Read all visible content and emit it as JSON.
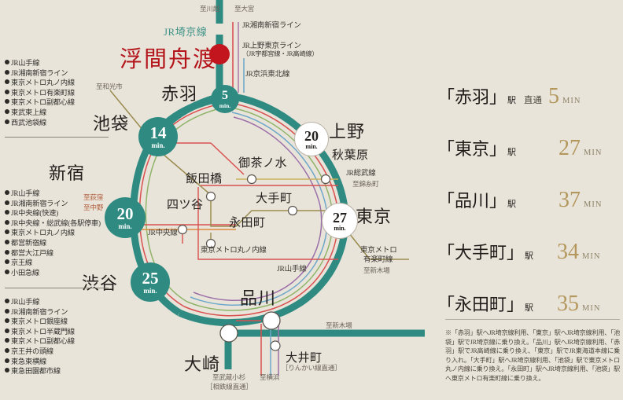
{
  "headline": {
    "station": "浮間舟渡",
    "line": "JR埼京線"
  },
  "map": {
    "top_destinations": [
      {
        "name": "至川越"
      },
      {
        "name": "至大宮"
      }
    ],
    "top_lines": [
      {
        "name": "JR湘南新宿ライン"
      },
      {
        "name": "JR上野東京ライン"
      },
      {
        "name": "（JR宇都宮線・JR高崎線）"
      },
      {
        "name": "JR京浜東北線"
      }
    ],
    "stations": [
      {
        "name": "赤羽"
      },
      {
        "name": "池袋"
      },
      {
        "name": "新宿"
      },
      {
        "name": "渋谷"
      },
      {
        "name": "大崎"
      },
      {
        "name": "品川"
      },
      {
        "name": "東京"
      },
      {
        "name": "上野"
      },
      {
        "name": "秋葉原"
      },
      {
        "name": "御茶ノ水"
      },
      {
        "name": "飯田橋"
      },
      {
        "name": "四ツ谷"
      },
      {
        "name": "大手町"
      },
      {
        "name": "永田町"
      },
      {
        "name": "大井町"
      }
    ],
    "sub_labels": [
      {
        "name": "［りんかい線直通］"
      },
      {
        "name": "［相鉄線直通］"
      }
    ],
    "line_labels": [
      {
        "name": "JR中央線"
      },
      {
        "name": "東京メトロ丸ノ内線"
      },
      {
        "name": "JR山手線"
      },
      {
        "name": "JR総武線"
      },
      {
        "name": "東京メトロ"
      },
      {
        "name": "有楽町線"
      }
    ],
    "to_labels": [
      {
        "name": "至和光市"
      },
      {
        "name": "至荻窪"
      },
      {
        "name": "至中野"
      },
      {
        "name": "至錦糸町"
      },
      {
        "name": "至新木場"
      },
      {
        "name": "至新木場"
      },
      {
        "name": "至武蔵小杉"
      },
      {
        "name": "至横浜"
      },
      {
        "name": "至新木場"
      }
    ],
    "badges": [
      {
        "min": "5",
        "unit": "min.",
        "style": "teal"
      },
      {
        "min": "14",
        "unit": "min.",
        "style": "teal"
      },
      {
        "min": "20",
        "unit": "min.",
        "style": "teal"
      },
      {
        "min": "25",
        "unit": "min.",
        "style": "teal"
      },
      {
        "min": "20",
        "unit": "min.",
        "style": "white"
      },
      {
        "min": "27",
        "unit": "min.",
        "style": "white"
      }
    ]
  },
  "line_lists": [
    {
      "station": "池袋",
      "items": [
        "JR山手線",
        "JR湘南新宿ライン",
        "東京メトロ丸ノ内線",
        "東京メトロ有楽町線",
        "東京メトロ副都心線",
        "東武東上線",
        "西武池袋線"
      ]
    },
    {
      "station": "新宿",
      "items": [
        "JR山手線",
        "JR湘南新宿ライン",
        "JR中央線(快速)",
        "JR中央線・総武線(各駅停車)",
        "東京メトロ丸ノ内線",
        "都営新宿線",
        "都営大江戸線",
        "京王線",
        "小田急線"
      ]
    },
    {
      "station": "渋谷",
      "items": [
        "JR山手線",
        "JR湘南新宿ライン",
        "東京メトロ銀座線",
        "東京メトロ半蔵門線",
        "東京メトロ副都心線",
        "京王井の頭線",
        "東急東横線",
        "東急田園都市線"
      ]
    }
  ],
  "access": [
    {
      "open": "「",
      "name": "赤羽",
      "close": "」",
      "suffix": "駅",
      "prefix": "直通",
      "min": "5",
      "unit": "MIN"
    },
    {
      "open": "「",
      "name": "東京",
      "close": "」",
      "suffix": "駅",
      "prefix": "",
      "min": "27",
      "unit": "MIN"
    },
    {
      "open": "「",
      "name": "品川",
      "close": "」",
      "suffix": "駅",
      "prefix": "",
      "min": "37",
      "unit": "MIN"
    },
    {
      "open": "「",
      "name": "大手町",
      "close": "」",
      "suffix": "駅",
      "prefix": "",
      "min": "34",
      "unit": "MIN"
    },
    {
      "open": "「",
      "name": "永田町",
      "close": "」",
      "suffix": "駅",
      "prefix": "",
      "min": "35",
      "unit": "MIN"
    }
  ],
  "note": "※「赤羽」駅へJR埼京線利用、「東京」駅へJR埼京線利用、「池袋」駅でJR埼京線に乗り換え。「品川」駅へJR埼京線利用、「赤羽」駅でJR高崎線に乗り換え、「東京」駅でJR東海道本線に乗り入れ。「大手町」駅へJR埼京線利用、「池袋」駅で東京メトロ丸ノ内線に乗り換え。「永田町」駅へJR埼京線利用、「池袋」駅へ東京メトロ有楽町線に乗り換え。",
  "colors": {
    "background": "#e9e4da",
    "accent_red": "#b4151b",
    "teal": "#2f8b82",
    "gold": "#b3975c"
  }
}
